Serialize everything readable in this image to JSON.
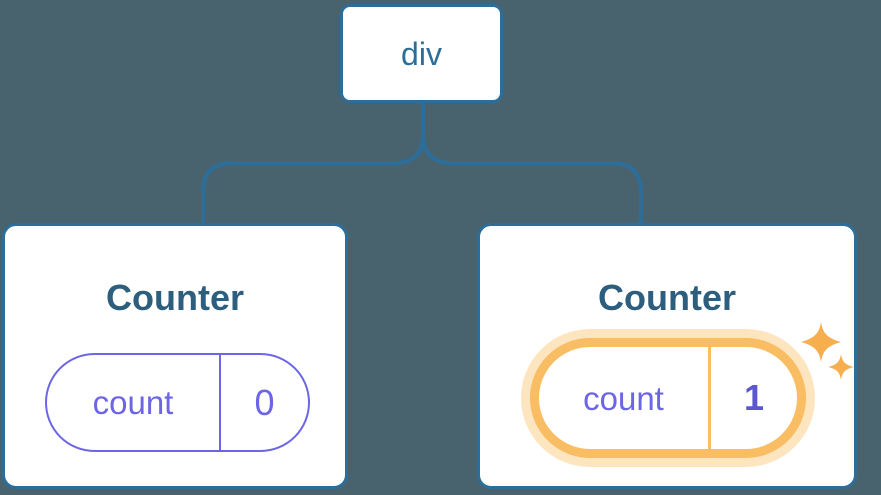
{
  "tree": {
    "root": {
      "label": "div"
    },
    "children": [
      {
        "title": "Counter",
        "state": {
          "key": "count",
          "value": "0"
        },
        "highlighted": false
      },
      {
        "title": "Counter",
        "state": {
          "key": "count",
          "value": "1"
        },
        "highlighted": true
      }
    ]
  },
  "icons": {
    "sparkle": "sparkle-icon"
  },
  "colors": {
    "background": "#49636e",
    "node_blue": "#2c6e99",
    "title_blue": "#2d5e7d",
    "card_bg": "#ffffff",
    "state_purple": "#6c66e4",
    "value_bold_purple": "#5a57d1",
    "highlight_orange": "#f9bd63",
    "highlight_glow": "#fce5bf",
    "sparkle_orange": "#f7ae4e"
  }
}
